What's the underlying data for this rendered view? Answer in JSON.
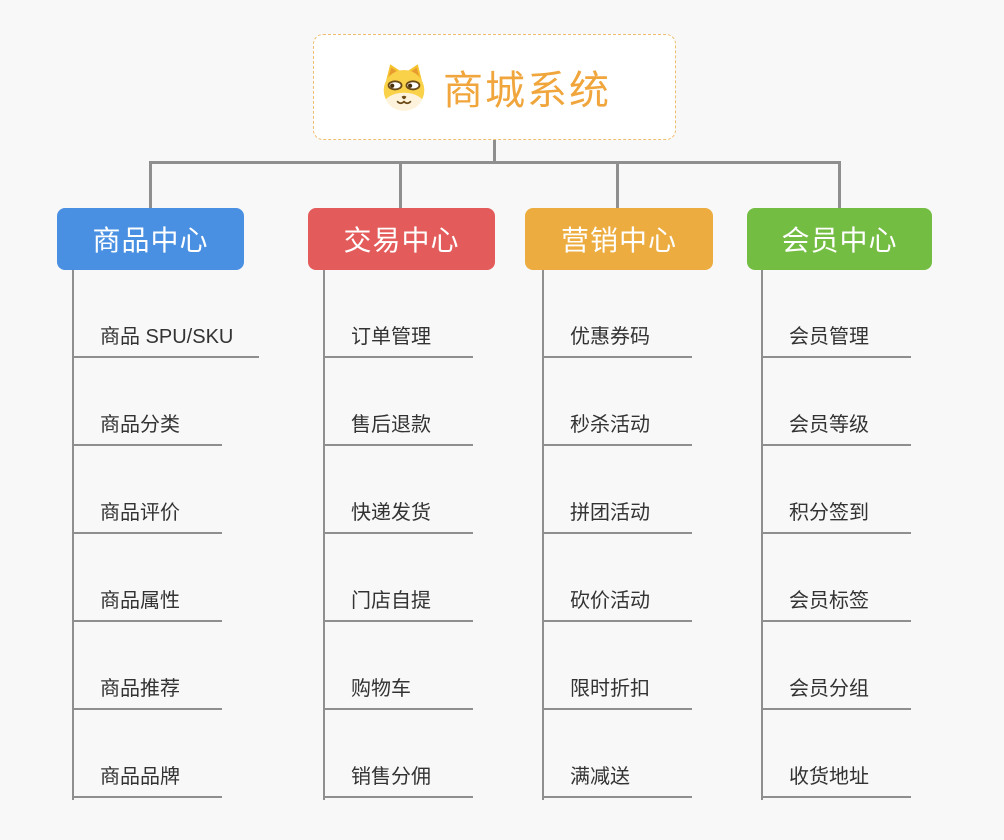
{
  "canvas": {
    "background": "#f8f8f8",
    "connector_color": "#8f8f8f"
  },
  "root": {
    "title": "商城系统",
    "icon": "dog-face-icon",
    "text_color": "#f0a63c",
    "border_color": "#eebd6e"
  },
  "branches": [
    {
      "label": "商品中心",
      "color": "#4a90e2",
      "items": [
        "商品 SPU/SKU",
        "商品分类",
        "商品评价",
        "商品属性",
        "商品推荐",
        "商品品牌"
      ]
    },
    {
      "label": "交易中心",
      "color": "#e45b5b",
      "items": [
        "订单管理",
        "售后退款",
        "快递发货",
        "门店自提",
        "购物车",
        "销售分佣"
      ]
    },
    {
      "label": "营销中心",
      "color": "#ecac3f",
      "items": [
        "优惠券码",
        "秒杀活动",
        "拼团活动",
        "砍价活动",
        "限时折扣",
        "满减送"
      ]
    },
    {
      "label": "会员中心",
      "color": "#74bd43",
      "items": [
        "会员管理",
        "会员等级",
        "积分签到",
        "会员标签",
        "会员分组",
        "收货地址"
      ]
    }
  ]
}
